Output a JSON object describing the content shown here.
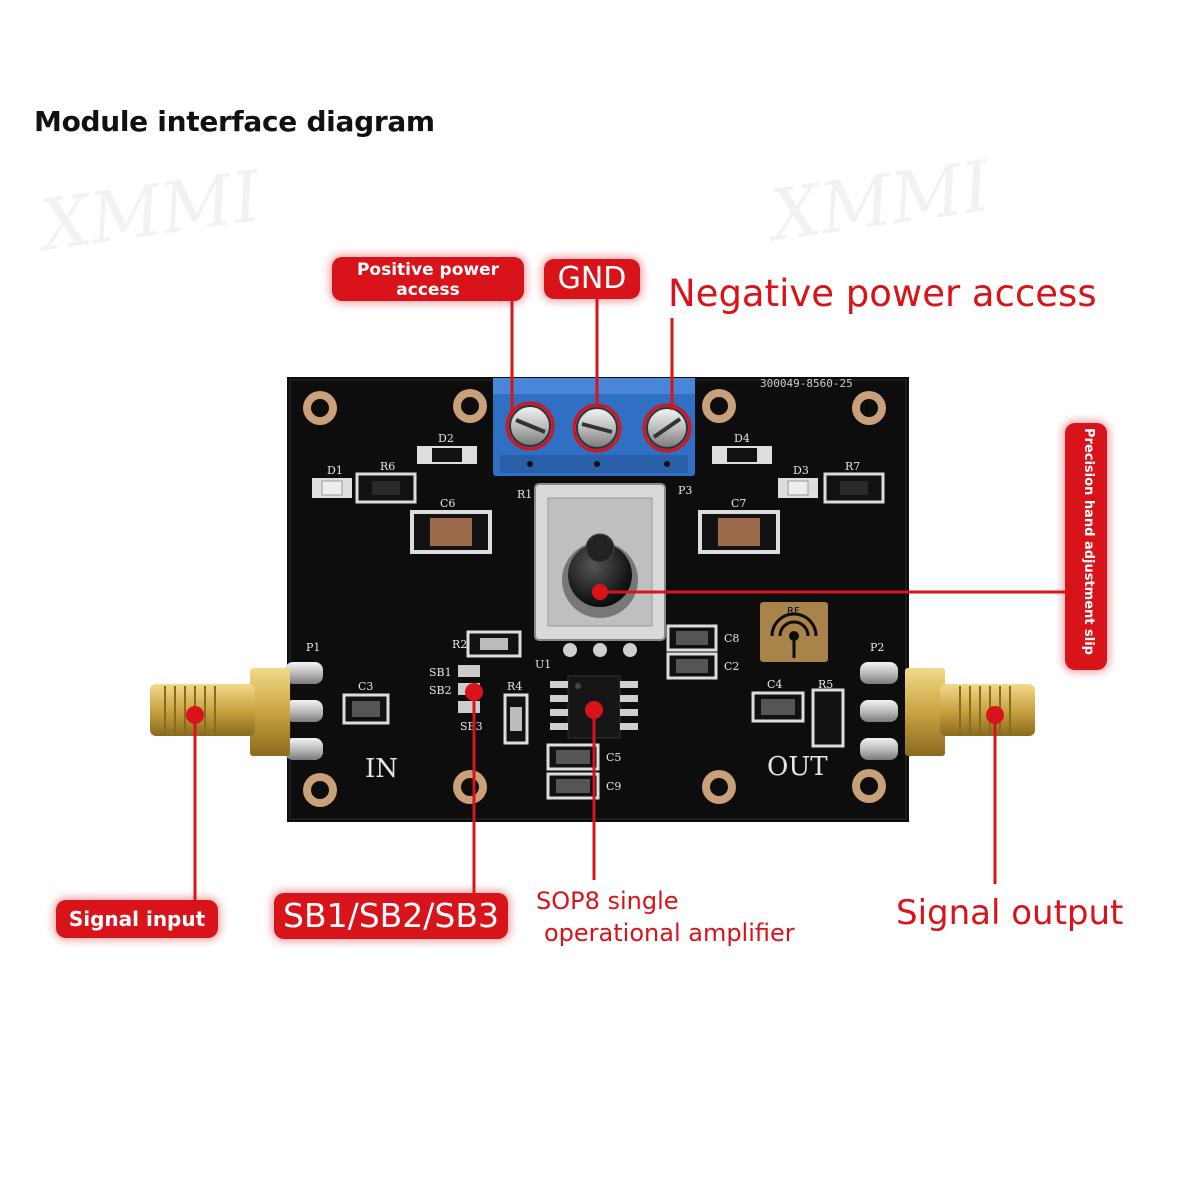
{
  "title": "Module interface diagram",
  "labels": {
    "positive_power": [
      "Positive power",
      "access"
    ],
    "gnd": "GND",
    "negative_power": "Negative power access",
    "precision_hand": "Precision hand adjustment slip",
    "signal_input": "Signal input",
    "sb": "SB1/SB2/SB3",
    "sop8": [
      "SOP8 single",
      "operational amplifier"
    ],
    "signal_output": "Signal output"
  },
  "board": {
    "part_number": "300049-8560-25",
    "silk_in": "IN",
    "silk_out": "OUT",
    "rf_logo": "RF",
    "refs": {
      "d1": "D1",
      "d2": "D2",
      "d3": "D3",
      "d4": "D4",
      "r1": "R1",
      "r2": "R2",
      "r4": "R4",
      "r5": "R5",
      "r6": "R6",
      "r7": "R7",
      "c2": "C2",
      "c3": "C3",
      "c4": "C4",
      "c5": "C5",
      "c6": "C6",
      "c7": "C7",
      "c8": "C8",
      "c9": "C9",
      "p1": "P1",
      "p2": "P2",
      "p3": "P3",
      "u1": "U1",
      "sb1": "SB1",
      "sb2": "SB2",
      "sb3": "SB3"
    }
  },
  "colors": {
    "accent": "#d8141a",
    "pcb": "#0d0d0d",
    "terminal": "#2f6fc4",
    "gold": "#c9a442"
  }
}
